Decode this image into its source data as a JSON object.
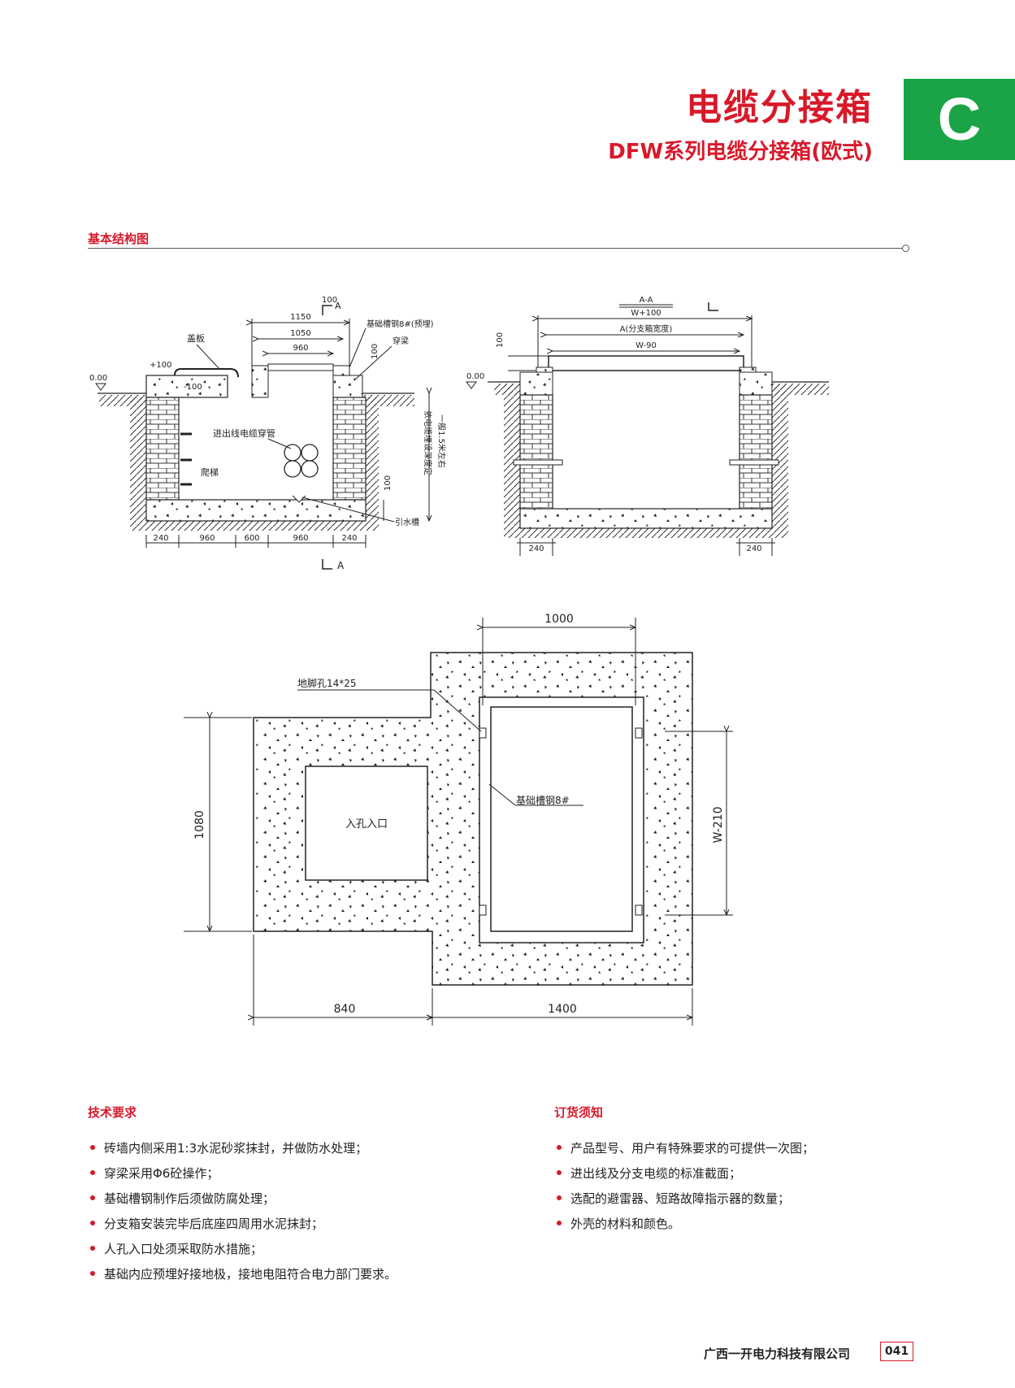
{
  "header": {
    "title": "电缆分接箱",
    "subtitle": "DFW系列电缆分接箱(欧式)",
    "tab_letter": "C",
    "tab_color": "#1aa447",
    "accent_color": "#d7192a"
  },
  "section_basic": {
    "title": "基本结构图"
  },
  "drawing_left": {
    "dims_top": [
      "1150",
      "1050",
      "960"
    ],
    "section_label": "A",
    "section_top_dim": "100",
    "lbl_lid": "盖板",
    "lbl_plus100": "+100",
    "lbl_minus100": "-100",
    "lbl_level": "0.00",
    "lbl_channel_steel": "基础槽钢8#(预埋)",
    "lbl_beam": "穿梁",
    "lbl_beam_dim": "100",
    "lbl_cable_pipe": "进出线电缆穿管",
    "lbl_ladder": "爬梯",
    "lbl_depth": "依电缆埋设深度定",
    "lbl_depth2": "一般1.5米左右",
    "lbl_bottom_dim": "100",
    "lbl_drain": "引水槽",
    "dims_bottom": [
      "240",
      "960",
      "600",
      "960",
      "240"
    ]
  },
  "drawing_right": {
    "section_title": "A-A",
    "dim_w100": "W+100",
    "dim_a": "A(分支箱宽度)",
    "dim_w90": "W-90",
    "dim_100": "100",
    "lbl_level": "0.00",
    "dims_bottom": [
      "240",
      "240"
    ],
    "section_mark": "L"
  },
  "drawing_plan": {
    "dim_top": "1000",
    "lbl_anchor": "地脚孔14*25",
    "dim_left": "1080",
    "lbl_manhole": "入孔入口",
    "lbl_steel": "基础槽钢8#",
    "dim_right": "W-210",
    "dim_bottom_left": "840",
    "dim_bottom_right": "1400"
  },
  "tech": {
    "title": "技术要求",
    "items": [
      "砖墙内侧采用1:3水泥砂浆抹封，并做防水处理；",
      "穿梁采用Φ6砼操作；",
      "基础槽钢制作后须做防腐处理；",
      "分支箱安装完毕后底座四周用水泥抹封；",
      "人孔入口处须采取防水措施；",
      "基础内应预埋好接地极，接地电阻符合电力部门要求。"
    ]
  },
  "order": {
    "title": "订货须知",
    "items": [
      "产品型号、用户有特殊要求的可提供一次图；",
      "进出线及分支电缆的标准截面；",
      "选配的避雷器、短路故障指示器的数量；",
      "外壳的材料和颜色。"
    ]
  },
  "footer": {
    "company": "广西一开电力科技有限公司",
    "page": "041"
  }
}
